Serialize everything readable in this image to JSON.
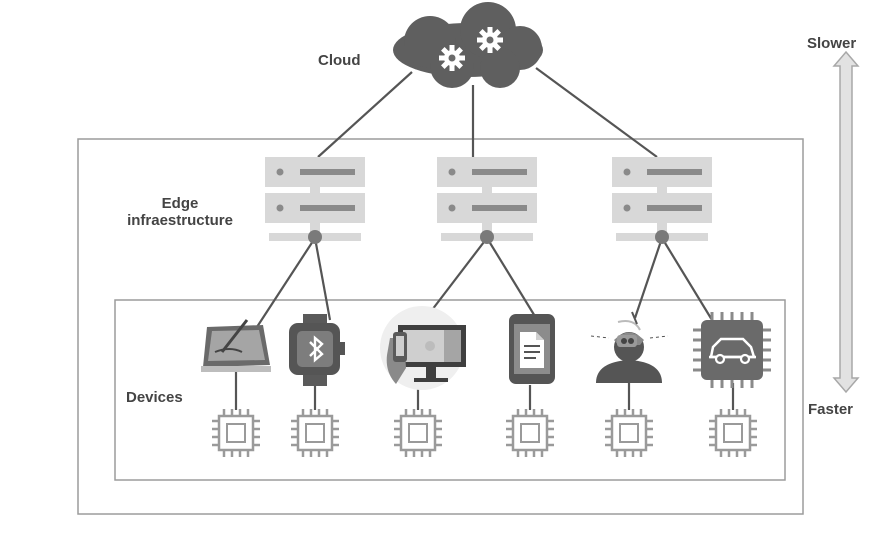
{
  "labels": {
    "cloud": "Cloud",
    "edge_line1": "Edge",
    "edge_line2": "infraestructure",
    "devices": "Devices",
    "slower": "Slower",
    "faster": "Faster"
  },
  "tiers": [
    "cloud",
    "edge-servers",
    "devices",
    "microcontrollers"
  ],
  "device_icons": [
    "tablet-pen-icon",
    "bluetooth-smartwatch-icon",
    "smart-kiosk-icon",
    "document-device-icon",
    "vr-headset-person-icon",
    "car-chip-icon"
  ],
  "colors": {
    "outline": "#999999",
    "dark": "#555555",
    "medium": "#8a8a8a",
    "light": "#d4d4d4",
    "arrow": "#dadada"
  }
}
